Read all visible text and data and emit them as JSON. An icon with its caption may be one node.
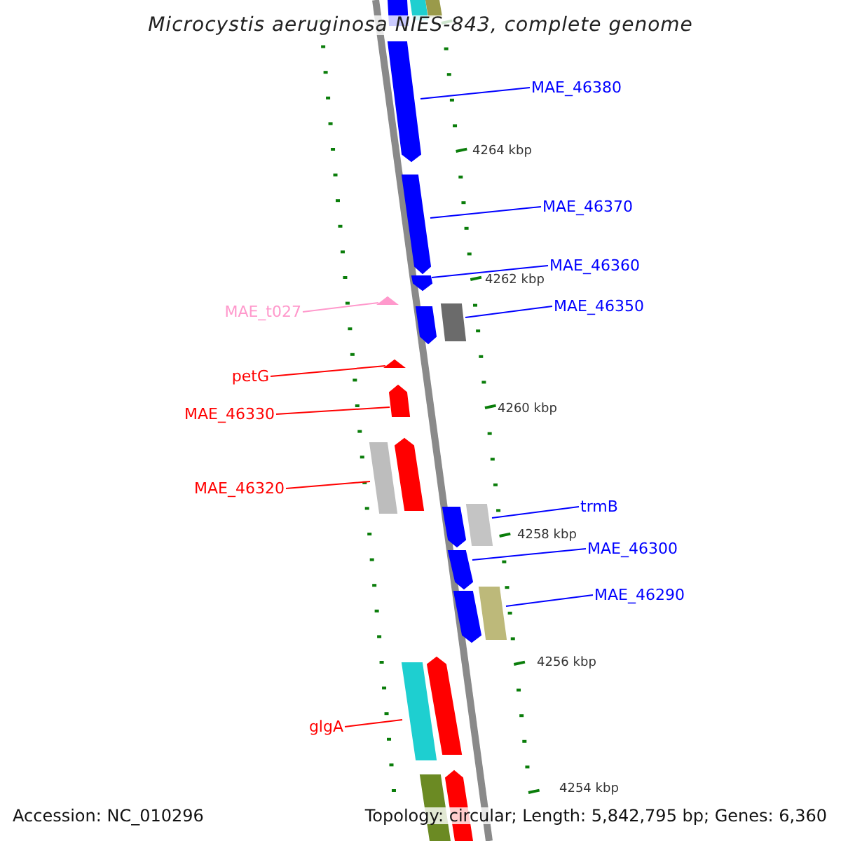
{
  "diagram": {
    "title": "Microcystis aeruginosa NIES-843, complete genome",
    "nodes": [
      {
        "text": [
          "MAE_46380"
        ]
      },
      {
        "text": [
          "MAE_46370"
        ]
      },
      {
        "text": [
          "MAE_46360"
        ]
      },
      {
        "text": [
          "MAE_46350"
        ]
      },
      {
        "text": [
          "MAE_t027"
        ]
      },
      {
        "text": [
          "petG"
        ]
      },
      {
        "text": [
          "MAE_46330"
        ]
      },
      {
        "text": [
          "MAE_46320"
        ]
      },
      {
        "text": [
          "trmB"
        ]
      },
      {
        "text": [
          "MAE_46300"
        ]
      },
      {
        "text": [
          "MAE_46290"
        ]
      },
      {
        "text": [
          "glgA"
        ]
      },
      {
        "text": [],
        "shape": "box"
      },
      {
        "text": [],
        "shape": "box"
      },
      {
        "text": [],
        "shape": "box"
      },
      {
        "text": [],
        "shape": "arrow"
      },
      {
        "text": [],
        "shape": "arrow"
      },
      {
        "text": [],
        "shape": "arrow"
      },
      {
        "text": [],
        "shape": "triangle"
      },
      {
        "text": [],
        "shape": "arrow"
      },
      {
        "text": [],
        "shape": "box"
      },
      {
        "text": [],
        "shape": "triangle"
      },
      {
        "text": [],
        "shape": "arrow"
      },
      {
        "text": [],
        "shape": "box"
      },
      {
        "text": [],
        "shape": "arrow"
      },
      {
        "text": [],
        "shape": "arrow"
      },
      {
        "text": [],
        "shape": "box"
      },
      {
        "text": [],
        "shape": "arrow"
      },
      {
        "text": [],
        "shape": "arrow"
      },
      {
        "text": [],
        "shape": "box"
      },
      {
        "text": [],
        "shape": "box"
      },
      {
        "text": [],
        "shape": "arrow"
      },
      {
        "text": [],
        "shape": "box"
      },
      {
        "text": [],
        "shape": "arrow"
      }
    ],
    "edges": [
      {
        "from": 0,
        "to": 15,
        "arrow": "none"
      },
      {
        "from": 1,
        "to": 16,
        "arrow": "none"
      },
      {
        "from": 2,
        "to": 17,
        "arrow": "none"
      },
      {
        "from": 3,
        "to": 20,
        "arrow": "none"
      },
      {
        "from": 4,
        "to": 18,
        "arrow": "none",
        "color": "#ff99cc"
      },
      {
        "from": 5,
        "to": 21,
        "arrow": "none",
        "color": "#ff0000"
      },
      {
        "from": 6,
        "to": 22,
        "arrow": "none",
        "color": "#ff0000"
      },
      {
        "from": 7,
        "to": 23,
        "arrow": "none",
        "color": "#ff0000"
      },
      {
        "from": 8,
        "to": 26,
        "arrow": "none"
      },
      {
        "from": 9,
        "to": 27,
        "arrow": "none"
      },
      {
        "from": 10,
        "to": 29,
        "arrow": "none"
      },
      {
        "from": 11,
        "to": 30,
        "arrow": "none",
        "color": "#ff0000"
      }
    ],
    "labels": [
      "4264 kbp",
      "4262 kbp",
      "4260 kbp",
      "4258 kbp",
      "4256 kbp",
      "4254 kbp",
      "Accession: NC_010296",
      "Topology: circular; Length: 5,842,795 bp; Genes: 6,360"
    ]
  }
}
